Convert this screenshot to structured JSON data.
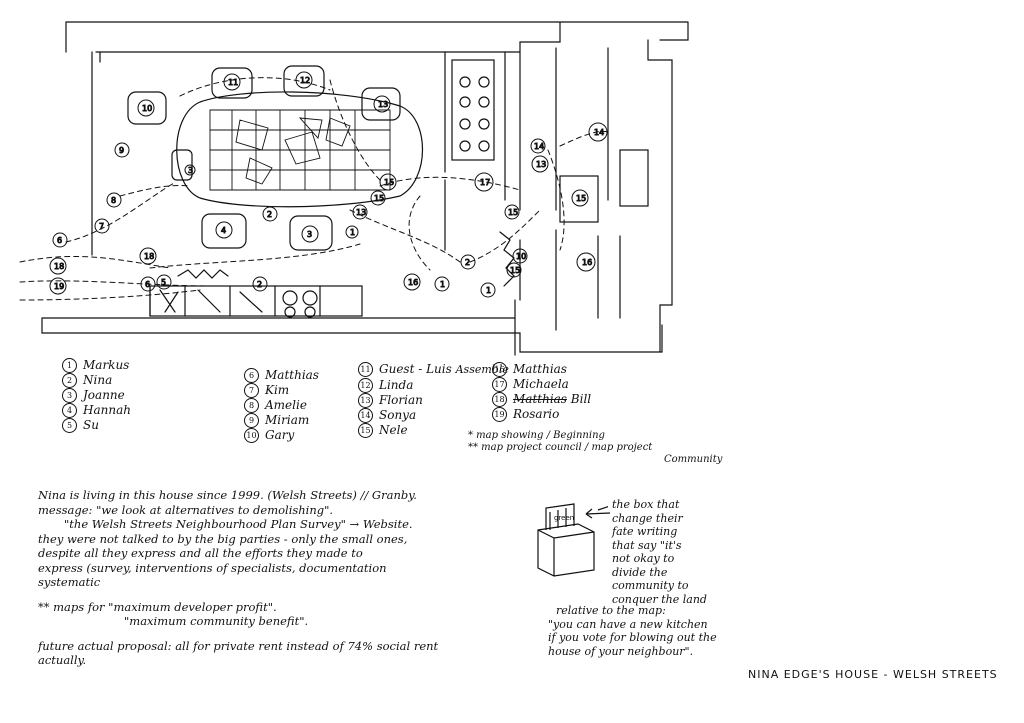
{
  "legend": {
    "col1": [
      {
        "num": "1",
        "name": "Markus"
      },
      {
        "num": "2",
        "name": "Nina"
      },
      {
        "num": "3",
        "name": "Joanne"
      },
      {
        "num": "4",
        "name": "Hannah"
      },
      {
        "num": "5",
        "name": "Su"
      }
    ],
    "col2": [
      {
        "num": "6",
        "name": "Matthias"
      },
      {
        "num": "7",
        "name": "Kim"
      },
      {
        "num": "8",
        "name": "Amelie"
      },
      {
        "num": "9",
        "name": "Miriam"
      },
      {
        "num": "10",
        "name": "Gary"
      }
    ],
    "col3_first": {
      "num": "11",
      "name": "Guest - Luis",
      "extra": "Assemble"
    },
    "col3": [
      {
        "num": "12",
        "name": "Linda"
      },
      {
        "num": "13",
        "name": "Florian"
      },
      {
        "num": "14",
        "name": "Sonya"
      },
      {
        "num": "15",
        "name": "Nele"
      }
    ],
    "col4": [
      {
        "num": "16",
        "name": "Matthias"
      },
      {
        "num": "17",
        "name": "Michaela"
      },
      {
        "num": "18",
        "name": "Matthias",
        "strike": true,
        "extra": "Bill"
      },
      {
        "num": "19",
        "name": "Rosario"
      }
    ]
  },
  "keynotes": {
    "line1": "* map showing / Beginning",
    "line2": "** map project council / map project",
    "line3": "Community"
  },
  "notes": {
    "l1": "Nina is living in this house since 1999. (Welsh Streets) // Granby.",
    "l2": "message: \"we look at alternatives to demolishing\".",
    "l3": "\"the Welsh Streets Neighbourhood Plan Survey\" → Website.",
    "l4": "they were not talked to by the big parties - only the small ones,",
    "l5": "despite all they express and all the efforts they made to",
    "l6": "express (survey, interventions of specialists, documentation",
    "l7": "systematic",
    "l8": "** maps for \"maximum developer profit\".",
    "l9": "\"maximum community benefit\".",
    "l10": "future actual proposal: all for private rent instead of 74% social rent",
    "l11": "actually."
  },
  "box_caption": {
    "l1": "the box that",
    "l2": "change their",
    "l3": "fate writing",
    "l4": "that say \"it's",
    "l5": "not okay to",
    "l6": "divide the",
    "l7": "community to",
    "l8": "conquer the land",
    "box_label": "green"
  },
  "relative": {
    "l1": "relative to the map:",
    "l2": "\"you can have a new kitchen",
    "l3": "if you vote for blowing out the",
    "l4": "house of your neighbour\"."
  },
  "title": "NINA EDGE'S HOUSE - WELSH STREETS"
}
